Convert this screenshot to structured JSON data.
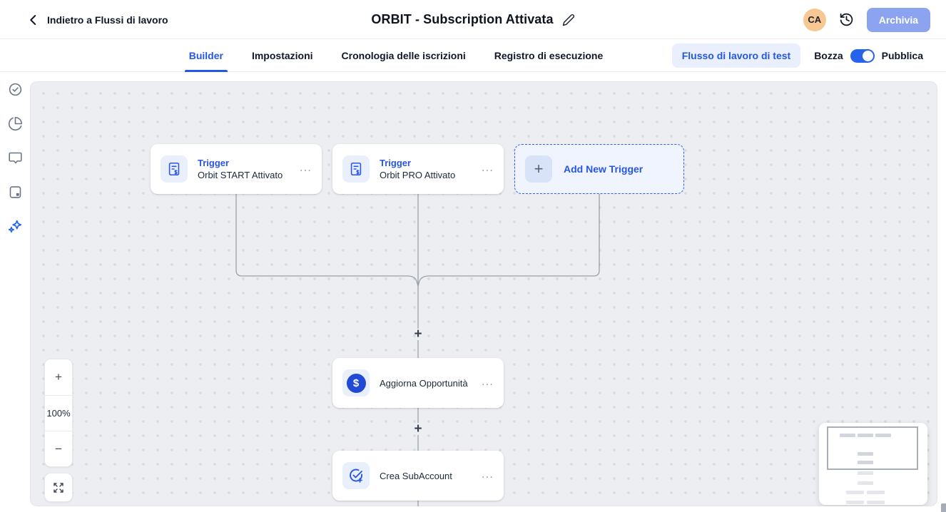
{
  "header": {
    "back_label": "Indietro a Flussi di lavoro",
    "title": "ORBIT - Subscription Attivata",
    "avatar_initials": "CA",
    "archive_label": "Archivia"
  },
  "tabs": {
    "items": [
      {
        "label": "Builder",
        "active": true
      },
      {
        "label": "Impostazioni",
        "active": false
      },
      {
        "label": "Cronologia delle iscrizioni",
        "active": false
      },
      {
        "label": "Registro di esecuzione",
        "active": false
      }
    ],
    "test_button_label": "Flusso di lavoro di test",
    "draft_label": "Bozza",
    "publish_label": "Pubblica",
    "publish_toggle_on": true
  },
  "sidebar": {
    "icons": [
      "check-circle",
      "pie-chart",
      "chat-bubble",
      "notebook",
      "sparkles"
    ]
  },
  "canvas": {
    "triggers": [
      {
        "type_label": "Trigger",
        "name": "Orbit START Attivato"
      },
      {
        "type_label": "Trigger",
        "name": "Orbit PRO Attivato"
      }
    ],
    "add_trigger_label": "Add New Trigger",
    "add_plus_glyph": "+",
    "actions": [
      {
        "name": "Aggiorna Opportunità",
        "icon": "dollar-circle"
      },
      {
        "name": "Crea SubAccount",
        "icon": "check-circle-plus"
      }
    ],
    "dollar_glyph": "$",
    "plus_glyph": "+",
    "menu_glyph": "..."
  },
  "zoom_controls": {
    "zoom_in_glyph": "+",
    "level": "100%",
    "zoom_out_glyph": "−"
  },
  "colors": {
    "accent_blue": "#2457E6",
    "trigger_blue": "#2956E8",
    "archive_button": "#8CA4F0",
    "avatar_bg": "#F7C893",
    "toggle_on": "#2563EB",
    "test_pill_bg": "#E9EFFC",
    "canvas_bg": "#EDEEF1",
    "canvas_dots": "#D9DBE0",
    "connector": "#9AA0AB",
    "dollar_badge": "#2149D4"
  }
}
